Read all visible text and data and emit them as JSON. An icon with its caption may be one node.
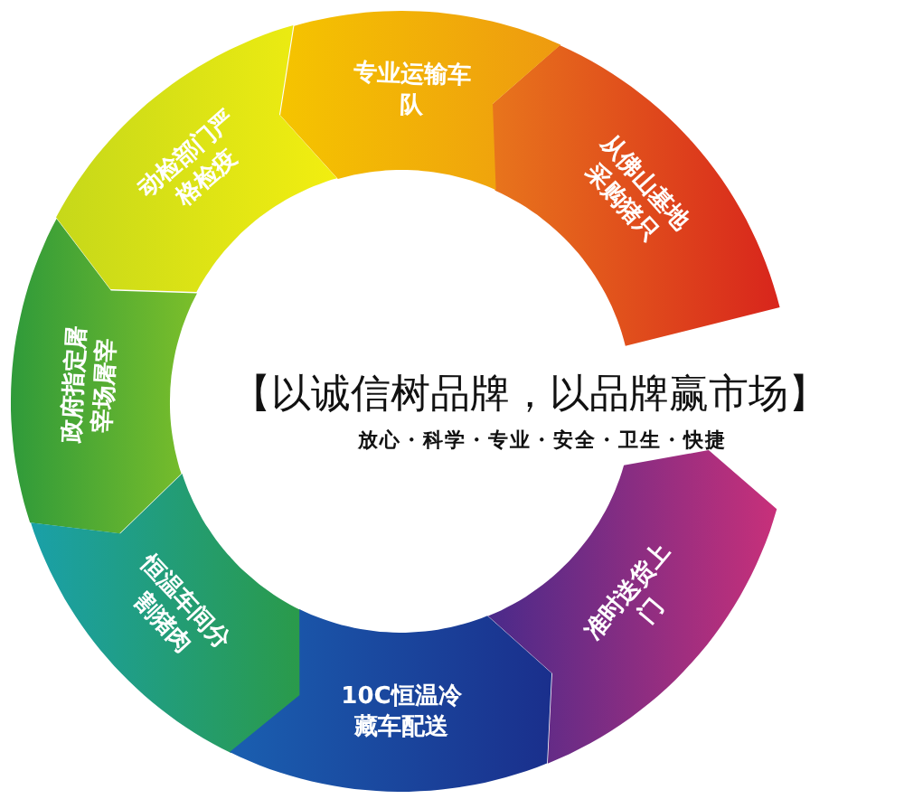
{
  "diagram": {
    "title": "【以诚信树品牌，以品牌赢市场】",
    "nodes": [
      {
        "text": [
          "从佛山基地采购猪只"
        ]
      },
      {
        "text": [
          "专业运输车队"
        ]
      },
      {
        "text": [
          "动检部门严格检疫"
        ]
      },
      {
        "text": [
          "政府指定屠宰场屠宰"
        ]
      },
      {
        "text": [
          "恒温车间分割猪肉"
        ]
      },
      {
        "text": [
          "10C恒温冷藏车配送"
        ]
      },
      {
        "text": [
          "准时送货上门"
        ]
      }
    ],
    "labels": [
      "放心・科学・专业・安全・卫生・快捷"
    ]
  }
}
